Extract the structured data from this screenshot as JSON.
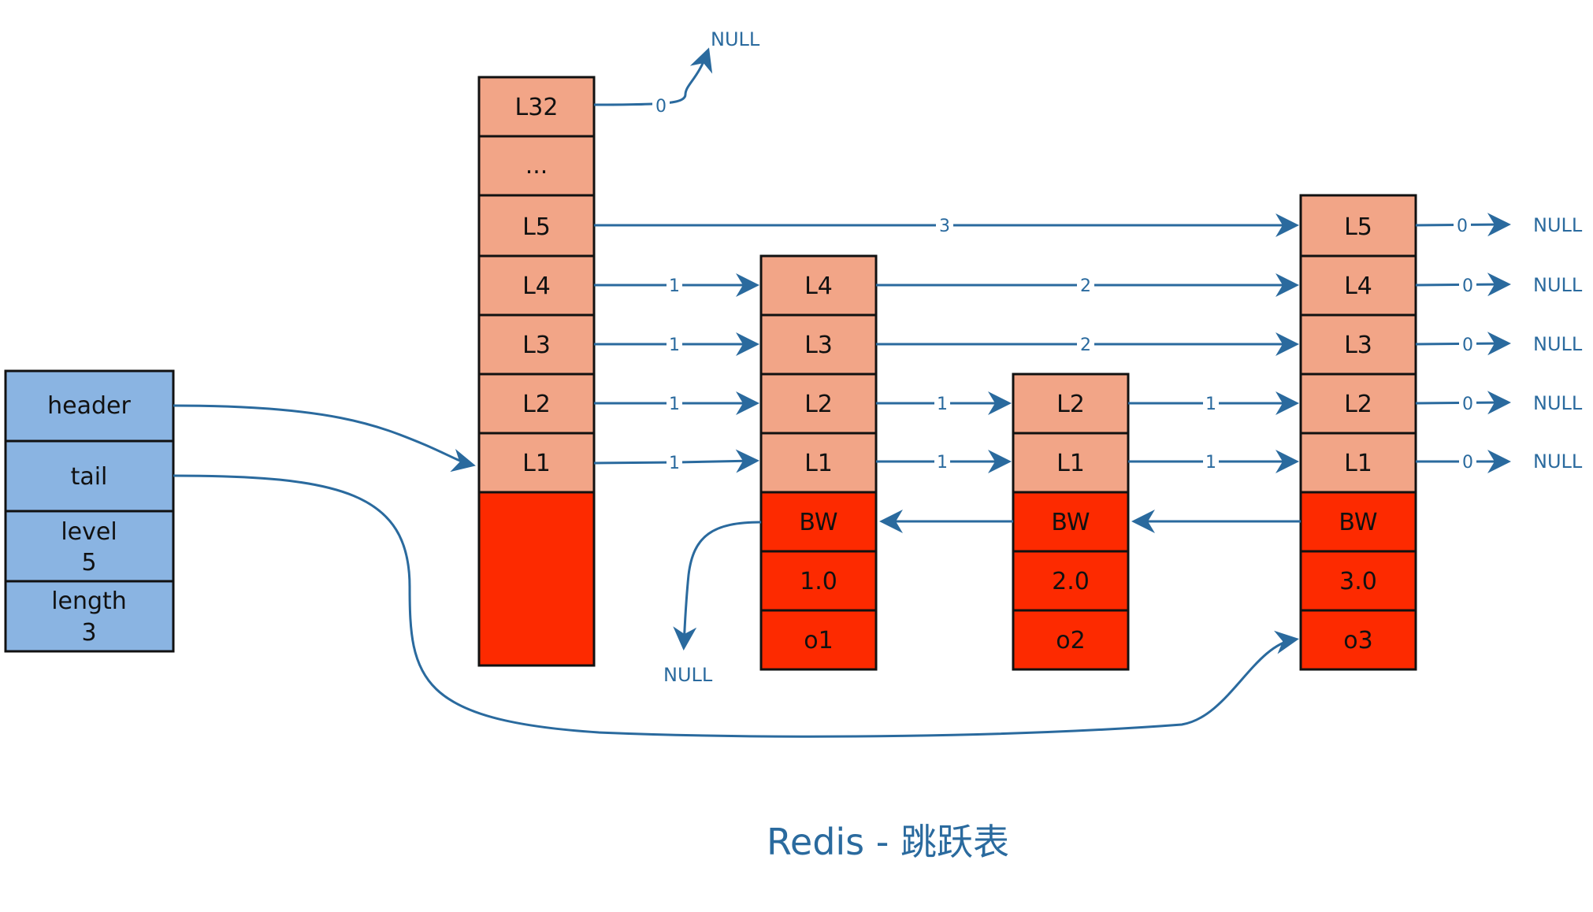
{
  "caption": "Redis - 跳跃表",
  "colors": {
    "struct": "#8ab4e2",
    "level": "#f2a587",
    "data": "#fd2a00",
    "arrow": "#2a6a9e"
  },
  "zskiplist": {
    "header": "header",
    "tail": "tail",
    "level_name": "level",
    "level_value": "5",
    "length_name": "length",
    "length_value": "3"
  },
  "header_node": {
    "levels": [
      "L32",
      "...",
      "L5",
      "L4",
      "L3",
      "L2",
      "L1"
    ]
  },
  "nodes": [
    {
      "levels": [
        "L4",
        "L3",
        "L2",
        "L1"
      ],
      "backward": "BW",
      "score": "1.0",
      "obj": "o1"
    },
    {
      "levels": [
        "L2",
        "L1"
      ],
      "backward": "BW",
      "score": "2.0",
      "obj": "o2"
    },
    {
      "levels": [
        "L5",
        "L4",
        "L3",
        "L2",
        "L1"
      ],
      "backward": "BW",
      "score": "3.0",
      "obj": "o3"
    }
  ],
  "spans": {
    "l32": "0",
    "l5": "3",
    "l4_a": "1",
    "l4_b": "2",
    "l3_a": "1",
    "l3_b": "2",
    "l2_a": "1",
    "l2_b": "1",
    "l2_c": "1",
    "l1_a": "1",
    "l1_b": "1",
    "l1_c": "1",
    "tail_l5": "0",
    "tail_l4": "0",
    "tail_l3": "0",
    "tail_l2": "0",
    "tail_l1": "0"
  },
  "null": "NULL"
}
